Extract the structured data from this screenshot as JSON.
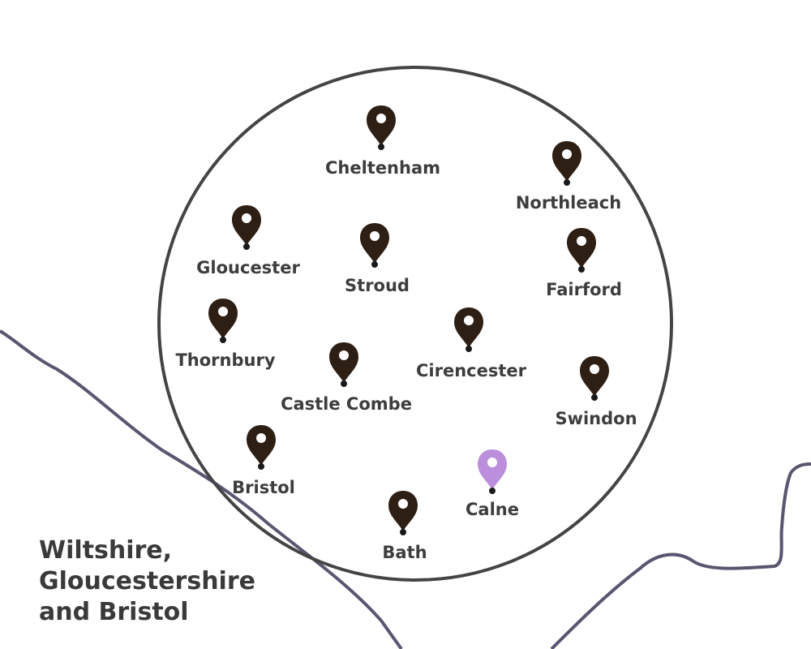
{
  "title_lines": [
    "Wiltshire,",
    "Gloucestershire",
    "and Bristol"
  ],
  "colors": {
    "pin": "#2e1f14",
    "highlight_pin": "#bb8fdc",
    "circle": "#444444",
    "border": "#5a5570",
    "text": "#3d3d3d"
  },
  "places": [
    {
      "name": "Cheltenham",
      "highlight": false
    },
    {
      "name": "Northleach",
      "highlight": false
    },
    {
      "name": "Gloucester",
      "highlight": false
    },
    {
      "name": "Stroud",
      "highlight": false
    },
    {
      "name": "Fairford",
      "highlight": false
    },
    {
      "name": "Thornbury",
      "highlight": false
    },
    {
      "name": "Cirencester",
      "highlight": false
    },
    {
      "name": "Castle Combe",
      "highlight": false
    },
    {
      "name": "Swindon",
      "highlight": false
    },
    {
      "name": "Bristol",
      "highlight": false
    },
    {
      "name": "Calne",
      "highlight": true
    },
    {
      "name": "Bath",
      "highlight": false
    }
  ]
}
